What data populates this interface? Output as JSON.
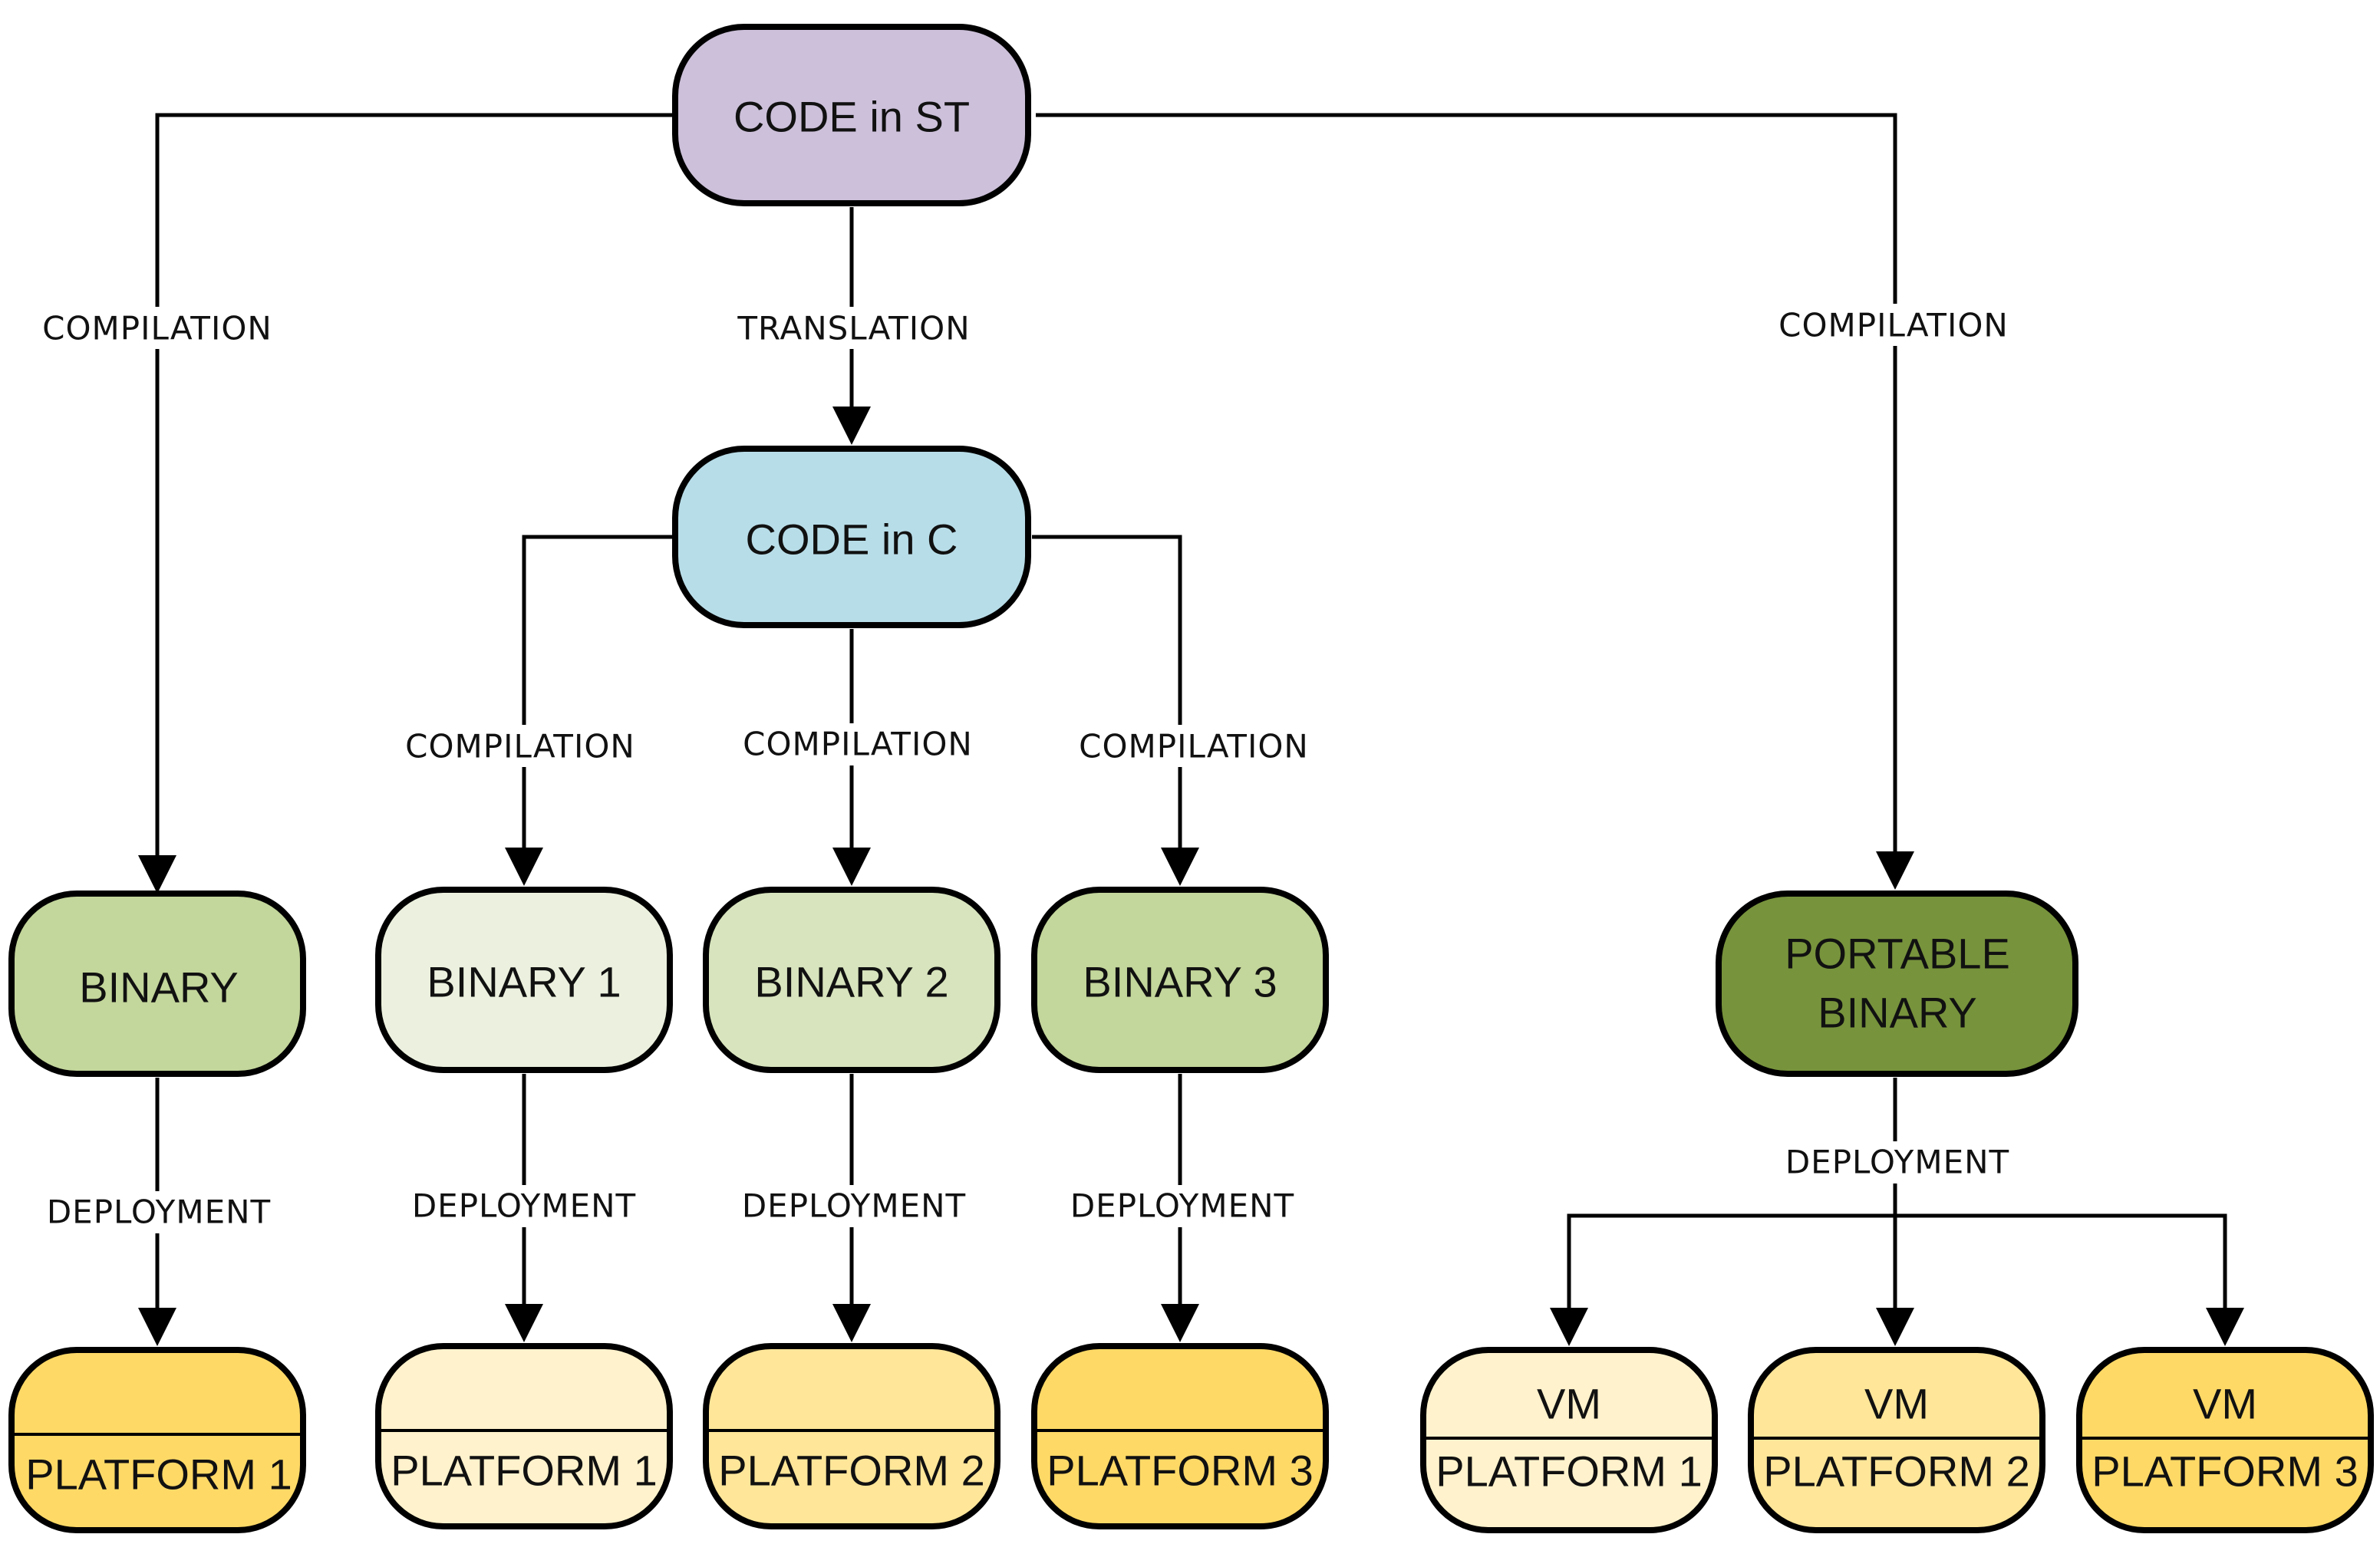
{
  "nodes": {
    "code_st": {
      "label": "CODE in ST",
      "color": "#ccc0da"
    },
    "code_c": {
      "label": "CODE in C",
      "color": "#b7dde8"
    },
    "binary": {
      "label": "BINARY",
      "color": "#c3d69b"
    },
    "binary_1": {
      "label": "BINARY 1",
      "color": "#ebf1de"
    },
    "binary_2": {
      "label": "BINARY 2",
      "color": "#d7e4bd"
    },
    "binary_3": {
      "label": "BINARY 3",
      "color": "#c3d69b"
    },
    "portable_binary": {
      "label_line1": "PORTABLE",
      "label_line2": "BINARY",
      "color": "#77933c"
    },
    "platform_binary": {
      "top_label": "",
      "bottom_label": "PLATFORM 1",
      "color": "#ffd966"
    },
    "platform_b1": {
      "top_label": "",
      "bottom_label": "PLATFORM 1",
      "color": "#fff2cc"
    },
    "platform_b2": {
      "top_label": "",
      "bottom_label": "PLATFORM 2",
      "color": "#ffe699"
    },
    "platform_b3": {
      "top_label": "",
      "bottom_label": "PLATFORM 3",
      "color": "#ffd966"
    },
    "vm_platform_1": {
      "top_label": "VM",
      "bottom_label": "PLATFORM 1",
      "color": "#fff2cc"
    },
    "vm_platform_2": {
      "top_label": "VM",
      "bottom_label": "PLATFORM 2",
      "color": "#ffe699"
    },
    "vm_platform_3": {
      "top_label": "VM",
      "bottom_label": "PLATFORM 3",
      "color": "#ffd966"
    }
  },
  "edges": {
    "st_to_binary": "COMPILATION",
    "st_to_c": "TRANSLATION",
    "st_to_portable": "COMPILATION",
    "c_to_b1": "COMPILATION",
    "c_to_b2": "COMPILATION",
    "c_to_b3": "COMPILATION",
    "binary_deploy": "DEPLOYMENT",
    "b1_deploy": "DEPLOYMENT",
    "b2_deploy": "DEPLOYMENT",
    "b3_deploy": "DEPLOYMENT",
    "portable_deploy": "DEPLOYMENT"
  }
}
